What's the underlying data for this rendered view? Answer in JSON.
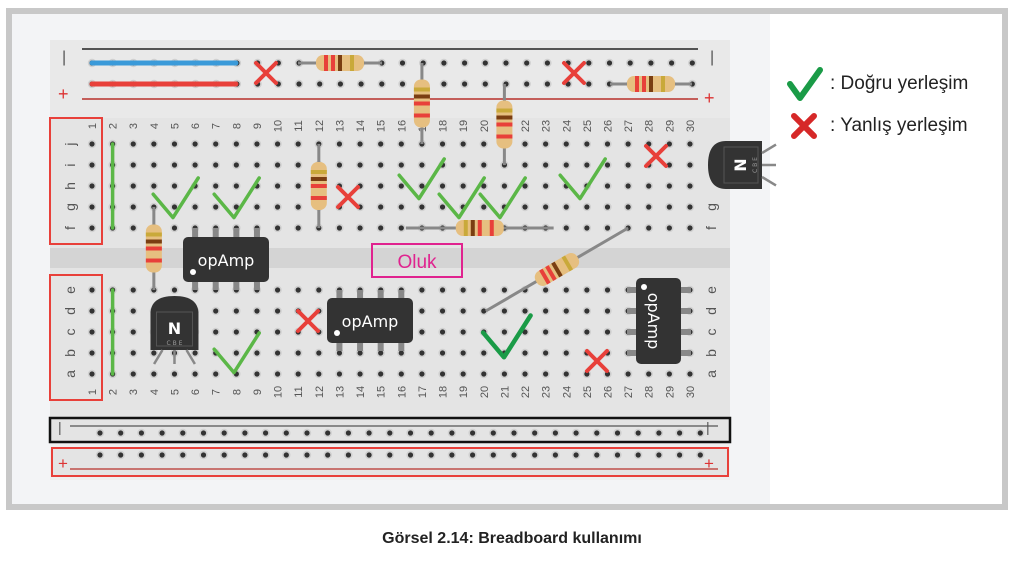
{
  "figure": {
    "caption": "Görsel 2.14: Breadboard kullanımı"
  },
  "legend": {
    "correct": {
      "icon": "check-icon",
      "label": ": Doğru yerleşim",
      "color": "#1a9b47"
    },
    "wrong": {
      "icon": "cross-icon",
      "label": ": Yanlış yerleşim",
      "color": "#d62828"
    }
  },
  "breadboard": {
    "columns": [
      "1",
      "2",
      "3",
      "4",
      "5",
      "6",
      "7",
      "8",
      "9",
      "10",
      "11",
      "12",
      "13",
      "14",
      "15",
      "16",
      "17",
      "18",
      "19",
      "20",
      "21",
      "22",
      "23",
      "24",
      "25",
      "26",
      "27",
      "28",
      "29",
      "30"
    ],
    "top_rows": [
      "j",
      "i",
      "h",
      "g",
      "f"
    ],
    "bottom_rows": [
      "e",
      "d",
      "c",
      "b",
      "a"
    ],
    "rail_minus": "−",
    "rail_plus": "+",
    "channel_label": "Oluk",
    "components": {
      "opamp_label": "opAmp",
      "transistor_label": "N",
      "transistor_pins": "C B E"
    },
    "colors": {
      "board": "#e4e4e4",
      "hole": "#333333",
      "check": "#5bb747",
      "cross": "#e8403a",
      "wire_blue": "#3a9ad9",
      "wire_red": "#e8403a",
      "wire_green": "#5bb747",
      "highlight_red": "#e8403a",
      "highlight_black": "#111111",
      "channel_box": "#e0238f",
      "chip": "#333333"
    }
  }
}
